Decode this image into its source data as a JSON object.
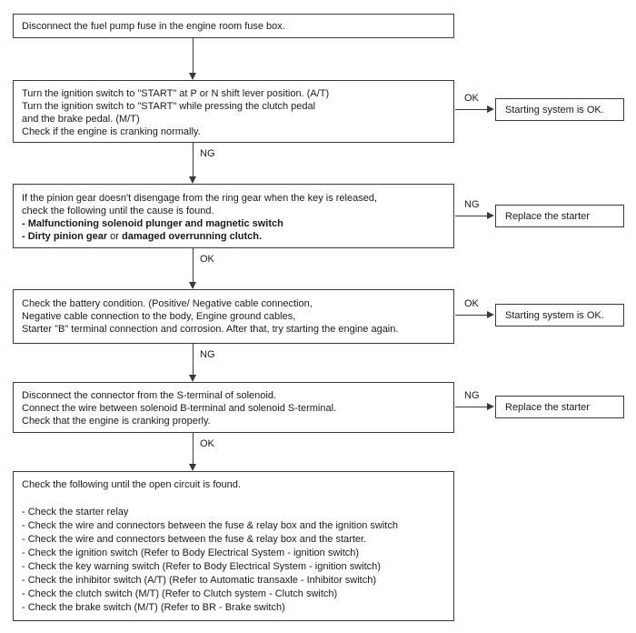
{
  "colors": {
    "background": "#ffffff",
    "line": "#3a3a3a",
    "text": "#1a1a1a"
  },
  "boxes": {
    "b1": {
      "lines": [
        "Disconnect the fuel pump fuse in the engine room fuse box."
      ]
    },
    "b2": {
      "lines": [
        "Turn the ignition switch to \"START\" at P or N shift lever position. (A/T)",
        "Turn the ignition switch to \"START\" while pressing the clutch pedal",
        "and the brake pedal. (M/T)",
        "Check if the engine is cranking normally."
      ]
    },
    "b3": {
      "line1": "If the pinion gear doesn't disengage from the ring gear when the key is released,",
      "line2": "check the following until the cause is found.",
      "line3_bold": "- Malfunctioning solenoid plunger and magnetic switch",
      "line4_bold_a": "- Dirty pinion gear",
      "line4_plain": " or ",
      "line4_bold_b": "damaged overrunning clutch."
    },
    "b4": {
      "lines": [
        "Check the battery condition. (Positive/ Negative cable connection,",
        "Negative cable connection to the body, Engine ground cables,",
        "Starter \"B\" terminal connection and corrosion. After that, try starting the engine again."
      ]
    },
    "b5": {
      "lines": [
        "Disconnect the connector from the S-terminal of solenoid.",
        "Connect the wire between solenoid B-terminal and solenoid S-terminal.",
        "Check that the engine is cranking properly."
      ]
    },
    "b6": {
      "lines": [
        "Check the following until the open circuit is found.",
        " ",
        "- Check the starter relay",
        "- Check the wire and connectors between the fuse & relay box and the ignition switch",
        "- Check the wire and connectors between the fuse & relay box and the starter.",
        "- Check the ignition switch (Refer to Body Electrical System - ignition switch)",
        "- Check the key warning switch (Refer to Body Electrical System - ignition switch)",
        "- Check the inhibitor switch (A/T) (Refer to Automatic transaxle - Inhibitor switch)",
        "- Check the clutch switch (M/T) (Refer to Clutch system - Clutch switch)",
        "- Check the brake switch (M/T) (Refer to BR - Brake switch)"
      ]
    }
  },
  "connectors": {
    "v2": {
      "label": "NG"
    },
    "v3": {
      "label": "OK"
    },
    "v4": {
      "label": "NG"
    },
    "v5": {
      "label": "OK"
    },
    "h1": {
      "label": "OK"
    },
    "h2": {
      "label": "NG"
    },
    "h3": {
      "label": "OK"
    },
    "h4": {
      "label": "NG"
    }
  },
  "result_boxes": {
    "r1": {
      "text": "Starting system is OK."
    },
    "r2": {
      "text": "Replace the starter"
    },
    "r3": {
      "text": "Starting system is OK."
    },
    "r4": {
      "text": "Replace the starter"
    }
  }
}
